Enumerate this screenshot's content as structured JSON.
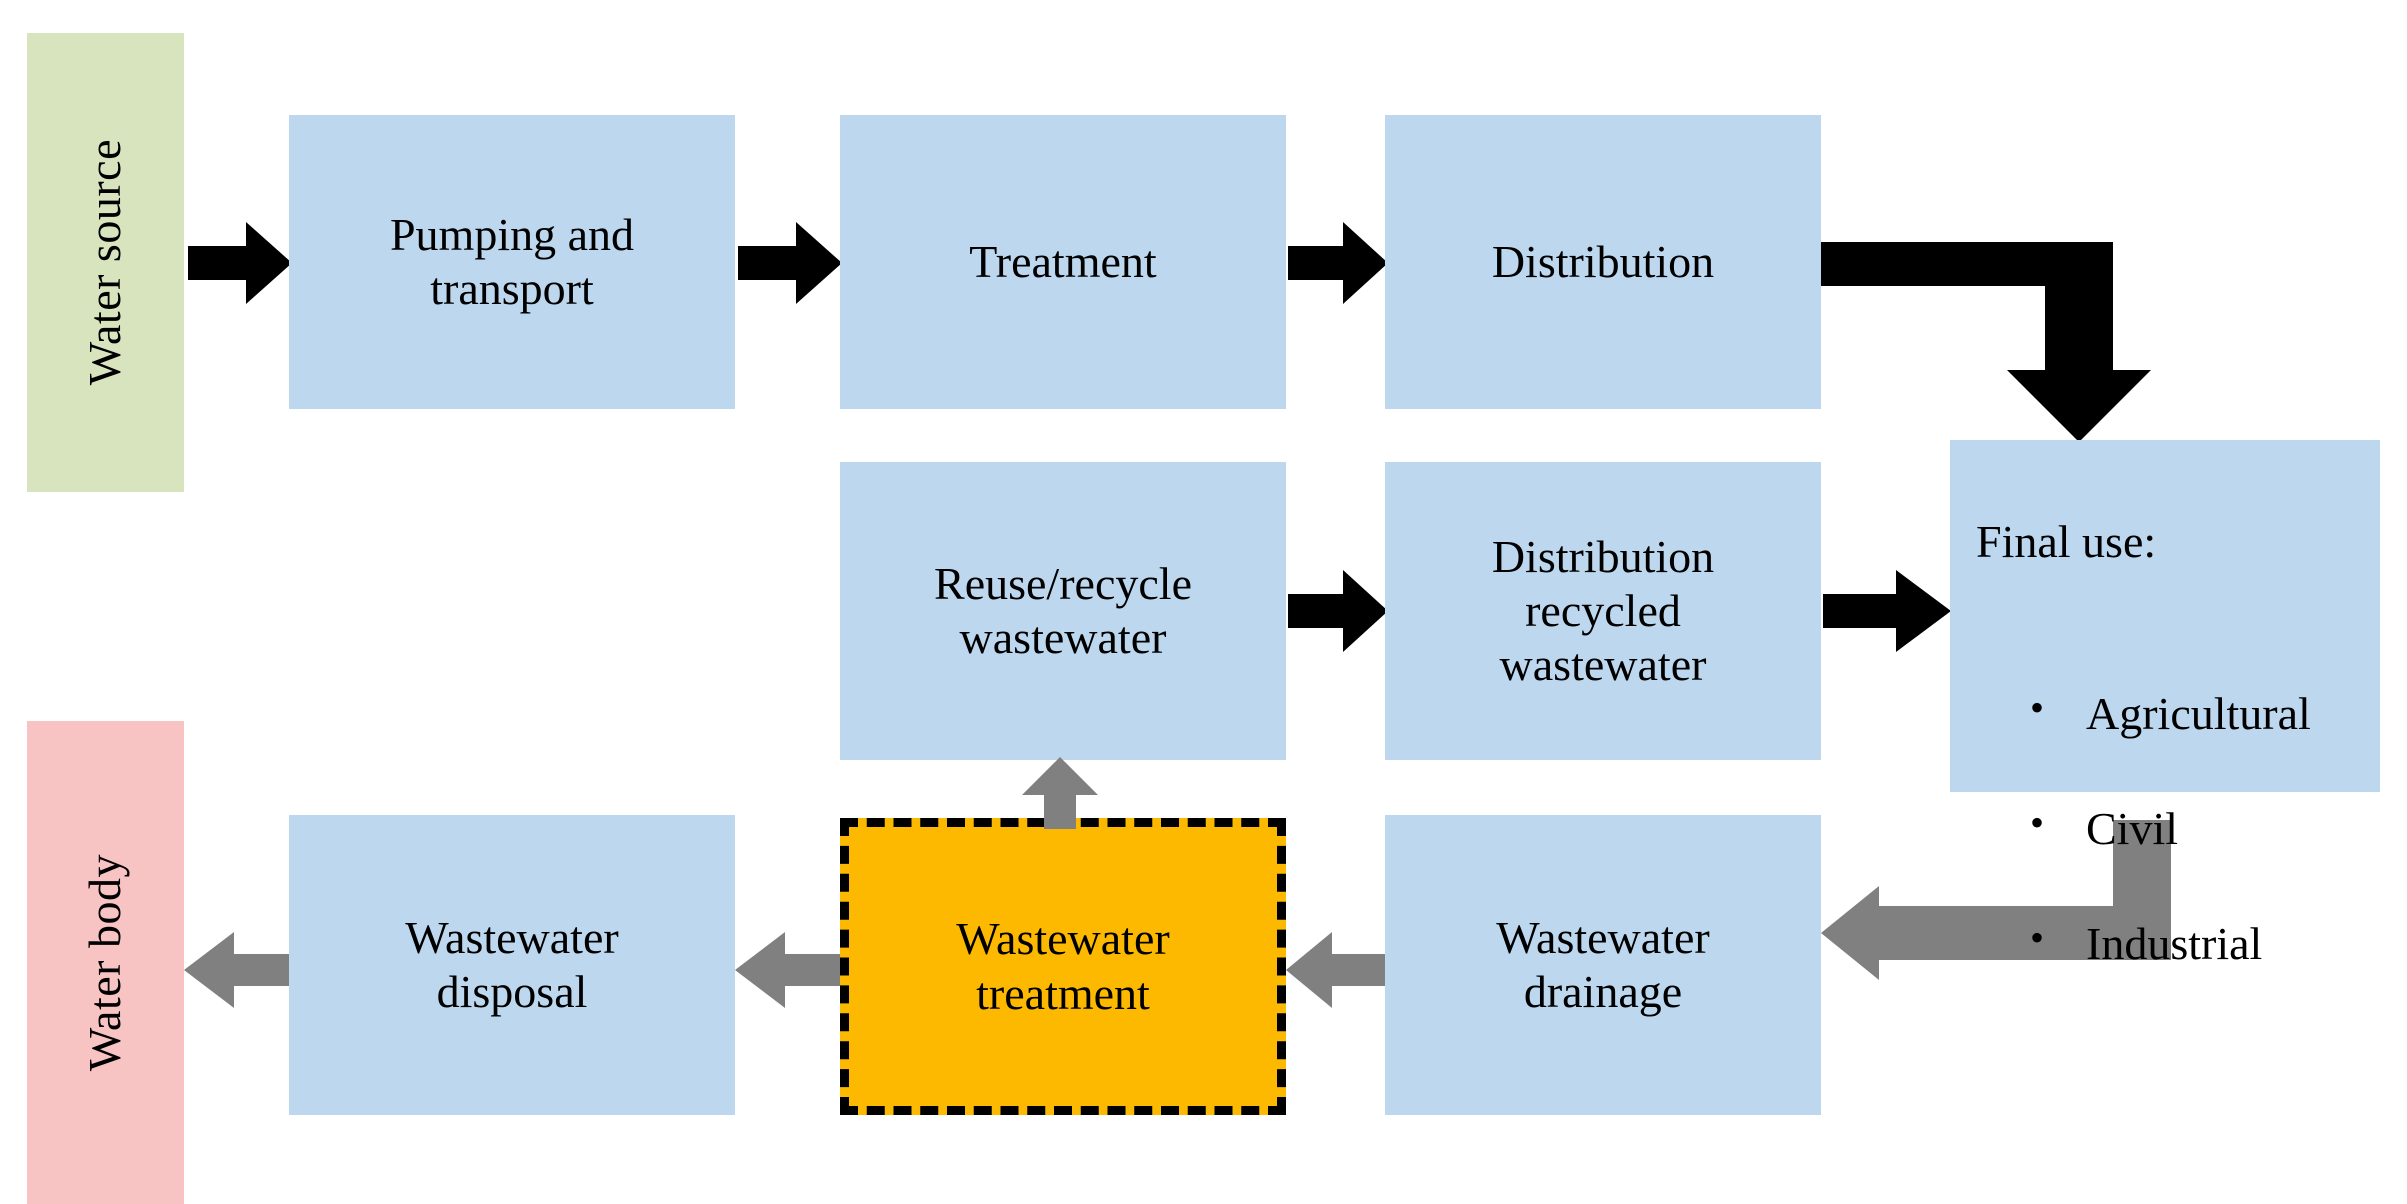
{
  "diagram": {
    "title": "Urban water cycle flow diagram",
    "colors": {
      "process_box": "#bdd7ee",
      "source_rail": "#d7e4bd",
      "sink_rail": "#f7c3c3",
      "highlight_box": "#fcb900",
      "clean_water_arrow": "#000000",
      "wastewater_arrow": "#808080",
      "highlight_border": "#000000"
    }
  },
  "rails": {
    "source": {
      "label": "Water source"
    },
    "sink": {
      "label": "Water body"
    }
  },
  "clean_water_row": {
    "boxes": [
      {
        "label": "Pumping and\ntransport"
      },
      {
        "label": "Treatment"
      },
      {
        "label": "Distribution"
      }
    ]
  },
  "recycled_row": {
    "boxes": [
      {
        "label": "Reuse/recycle\nwastewater"
      },
      {
        "label": "Distribution\nrecycled\nwastewater"
      }
    ],
    "final_use": {
      "title": "Final use:",
      "items": [
        "Agricultural",
        "Civil",
        "Industrial"
      ]
    }
  },
  "wastewater_row": {
    "boxes": [
      {
        "label": "Wastewater\ndisposal"
      },
      {
        "label": "Wastewater\ntreatment"
      },
      {
        "label": "Wastewater\ndrainage"
      }
    ]
  },
  "arrows": [
    {
      "name": "source-to-pumping",
      "kind": "straight-right",
      "color": "#000000"
    },
    {
      "name": "pumping-to-treatment",
      "kind": "straight-right",
      "color": "#000000"
    },
    {
      "name": "treatment-to-distribution",
      "kind": "straight-right",
      "color": "#000000"
    },
    {
      "name": "distribution-to-final-use",
      "kind": "elbow-right-down",
      "color": "#000000"
    },
    {
      "name": "reuse-to-distribution-recycled",
      "kind": "straight-right",
      "color": "#000000"
    },
    {
      "name": "distribution-recycled-to-final-use",
      "kind": "straight-right",
      "color": "#000000"
    },
    {
      "name": "final-use-to-wastewater-drainage",
      "kind": "elbow-down-left",
      "color": "#808080"
    },
    {
      "name": "drainage-to-treatment",
      "kind": "straight-left",
      "color": "#808080"
    },
    {
      "name": "treatment-to-disposal",
      "kind": "straight-left",
      "color": "#808080"
    },
    {
      "name": "disposal-to-water-body",
      "kind": "straight-left",
      "color": "#808080"
    },
    {
      "name": "wastewater-treatment-to-reuse",
      "kind": "straight-up",
      "color": "#808080"
    }
  ]
}
